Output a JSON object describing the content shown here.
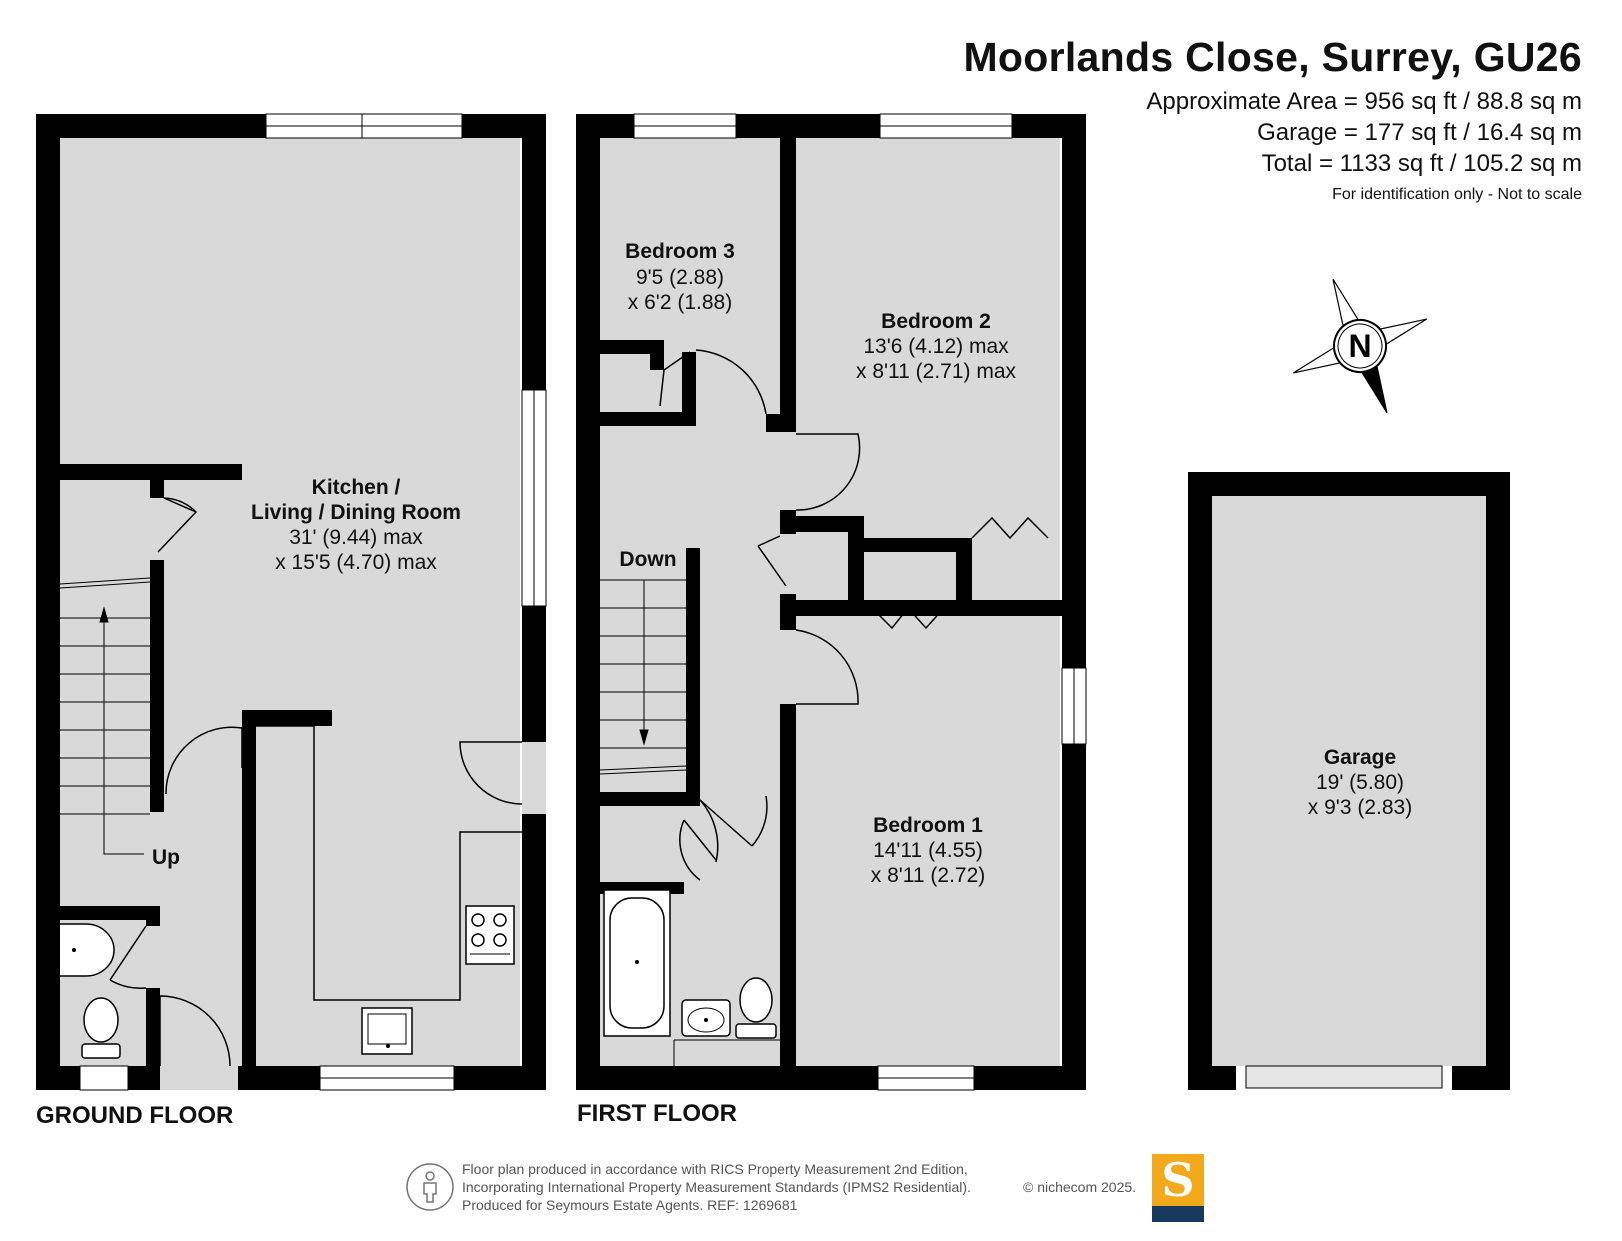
{
  "header": {
    "title": "Moorlands Close, Surrey, GU26",
    "approx_area": "Approximate Area = 956 sq ft / 88.8 sq m",
    "garage_area": "Garage = 177 sq ft / 16.4 sq m",
    "total_area": "Total = 1133 sq ft / 105.2 sq m",
    "disclaimer": "For identification only - Not to scale"
  },
  "compass": {
    "label": "N",
    "icon": "compass-north-icon"
  },
  "ground_floor": {
    "label": "GROUND FLOOR",
    "kitchen": {
      "name_line1": "Kitchen /",
      "name_line2": "Living / Dining Room",
      "dim1": "31' (9.44) max",
      "dim2": "x 15'5 (4.70) max"
    },
    "stairs_label": "Up"
  },
  "first_floor": {
    "label": "FIRST FLOOR",
    "bedroom3": {
      "name": "Bedroom 3",
      "dim1": "9'5 (2.88)",
      "dim2": "x 6'2 (1.88)"
    },
    "bedroom2": {
      "name": "Bedroom 2",
      "dim1": "13'6 (4.12) max",
      "dim2": "x 8'11 (2.71) max"
    },
    "bedroom1": {
      "name": "Bedroom 1",
      "dim1": "14'11 (4.55)",
      "dim2": "x 8'11 (2.72)"
    },
    "stairs_label": "Down"
  },
  "garage": {
    "name": "Garage",
    "dim1": "19' (5.80)",
    "dim2": "x 9'3 (2.83)"
  },
  "footer": {
    "line1": "Floor plan produced in accordance with RICS Property Measurement 2nd Edition,",
    "line2": "Incorporating International Property Measurement Standards (IPMS2 Residential).",
    "line3": "Produced for Seymours Estate Agents.   REF: 1269681",
    "copyright": "© nichecom 2025.",
    "brand_letter": "S"
  },
  "colors": {
    "wall": "#000000",
    "floor": "#d9d9d9",
    "brand_gold": "#f2a91b",
    "brand_navy": "#173a5e"
  }
}
